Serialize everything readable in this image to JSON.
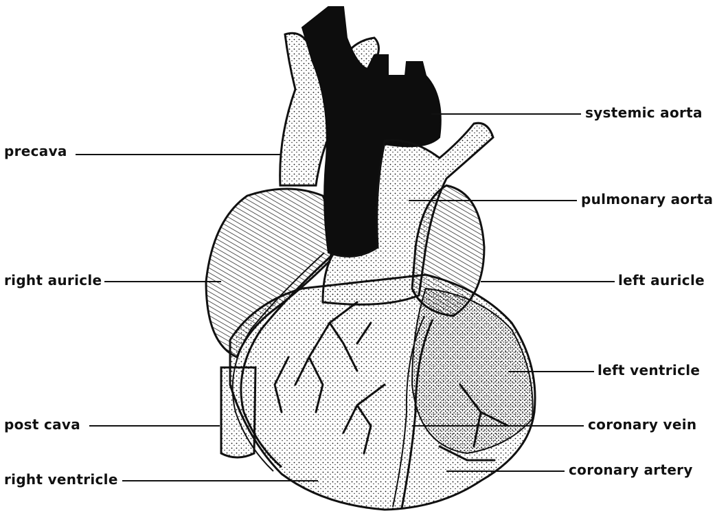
{
  "labels": {
    "systemic_aorta": "systemic aorta",
    "precava": "precava",
    "pulmonary_aorta": "pulmonary aorta",
    "right_auricle": "right auricle",
    "left_auricle": "left auricle",
    "left_ventricle": "left ventricle",
    "post_cava": "post cava",
    "coronary_vein": "coronary vein",
    "right_ventricle": "right ventricle",
    "coronary_artery": "coronary artery"
  },
  "colors": {
    "ink": "#111111",
    "paper": "#ffffff"
  }
}
